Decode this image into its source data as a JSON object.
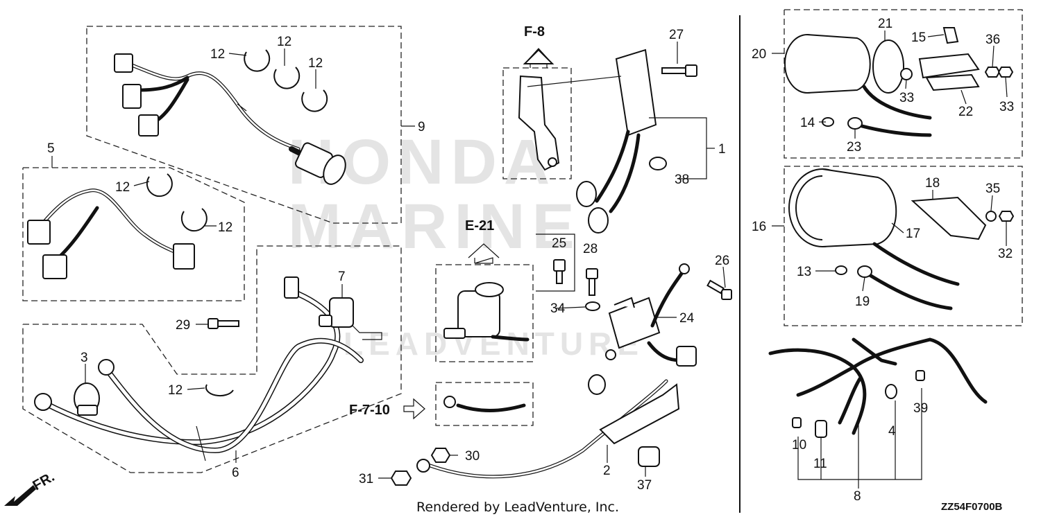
{
  "watermark": {
    "line1": "HONDA",
    "line2": "MARINE",
    "line3": "LEADVENTURE"
  },
  "footer": {
    "rendered_by": "Rendered by LeadVenture, Inc.",
    "diagram_code": "ZZ54F0700B"
  },
  "front_indicator": "FR.",
  "section_refs": {
    "f8": "F-8",
    "e21": "E-21",
    "f710": "F-7-10"
  },
  "parts": {
    "p1": "1",
    "p2": "2",
    "p3": "3",
    "p4": "4",
    "p5": "5",
    "p6": "6",
    "p7": "7",
    "p8": "8",
    "p9": "9",
    "p10": "10",
    "p11": "11",
    "p12": "12",
    "p13": "13",
    "p14": "14",
    "p15": "15",
    "p16": "16",
    "p17": "17",
    "p18": "18",
    "p19": "19",
    "p20": "20",
    "p21": "21",
    "p22": "22",
    "p23": "23",
    "p24": "24",
    "p25": "25",
    "p26": "26",
    "p27": "27",
    "p28": "28",
    "p29": "29",
    "p30": "30",
    "p31": "31",
    "p32": "32",
    "p33": "33",
    "p34": "34",
    "p35": "35",
    "p36": "36",
    "p37": "37",
    "p38": "38",
    "p39": "39"
  }
}
